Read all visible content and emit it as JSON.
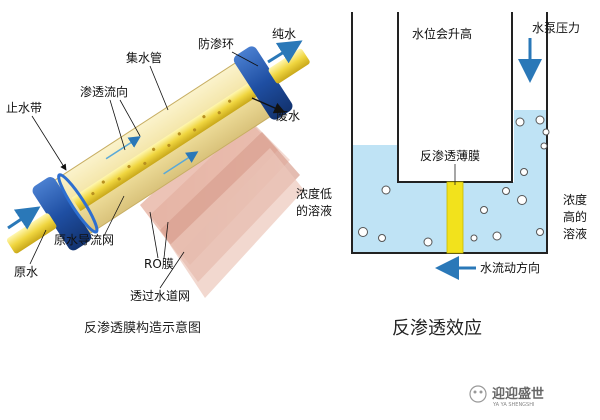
{
  "left_diagram": {
    "caption": "反渗透膜构造示意图",
    "labels": {
      "pure_water": "纯水",
      "anti_leak_ring": "防渗环",
      "water_collector": "集水管",
      "permeate_flow": "渗透流向",
      "water_stop_belt": "止水带",
      "waste_water": "废水",
      "raw_water_guide_net": "原水导流网",
      "ro_membrane": "RO膜",
      "raw_water": "原水",
      "permeate_channel_net": "透过水道网"
    }
  },
  "right_diagram": {
    "caption": "反渗透效应",
    "labels": {
      "water_level_rise": "水位会升高",
      "pump_pressure": "水泵压力",
      "ro_membrane": "反渗透薄膜",
      "low_conc_1": "浓度低",
      "low_conc_2": "的溶液",
      "high_conc_1": "浓度",
      "high_conc_2": "高的",
      "high_conc_3": "溶液",
      "flow_direction": "水流动方向"
    }
  },
  "watermark": {
    "text": "迎迎盛世",
    "sub": "YA YA SHENGSHI"
  },
  "colors": {
    "water": "#bfe3f5",
    "membrane": "#f2e21c",
    "pipe_blue": "#1f4fa3",
    "arrow_blue": "#2a78b8",
    "tube_cream": "#f6eab3"
  }
}
